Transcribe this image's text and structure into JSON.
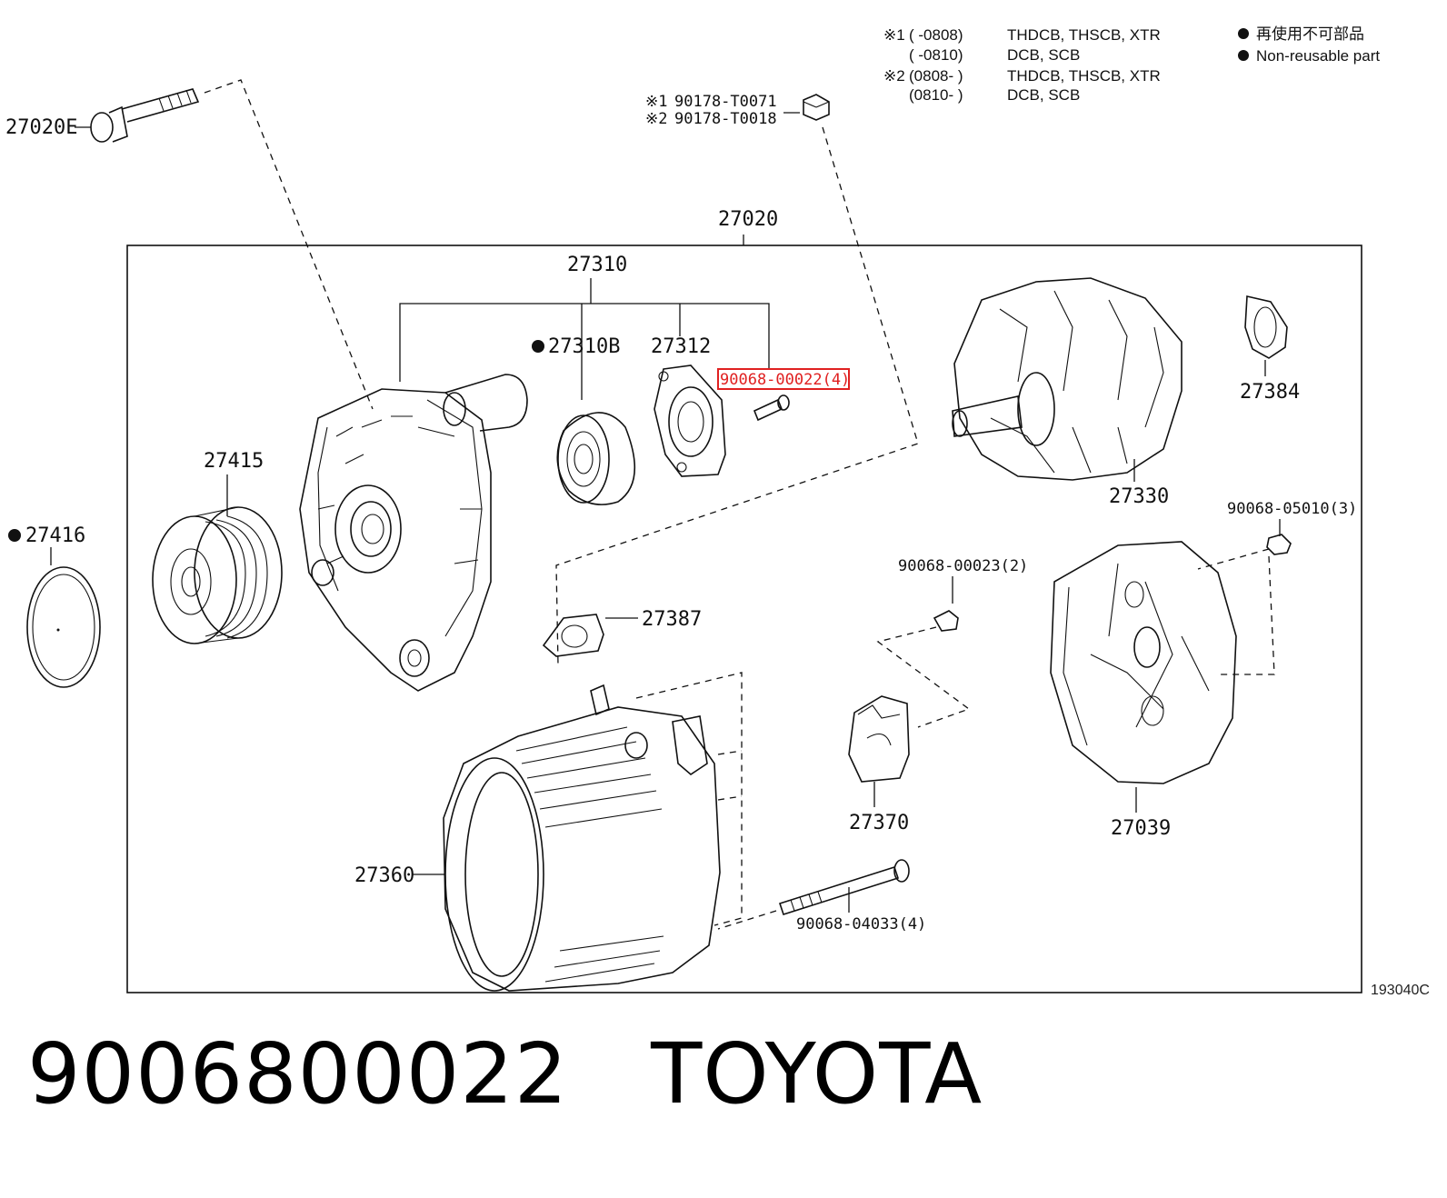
{
  "notes": {
    "rows": [
      {
        "mark": "※1",
        "range": "(    -0808)",
        "models": "THDCB, THSCB, XTR"
      },
      {
        "mark": "",
        "range": "(    -0810)",
        "models": "DCB, SCB"
      },
      {
        "mark": "※2",
        "range": "(0808-    )",
        "models": "THDCB, THSCB, XTR"
      },
      {
        "mark": "",
        "range": "(0810-    )",
        "models": "DCB, SCB"
      }
    ]
  },
  "legend": {
    "jp": "再使用不可部品",
    "en": "Non-reusable part"
  },
  "parts": {
    "p27020E": "27020E",
    "p27020": "27020",
    "p27310": "27310",
    "p27310B": "27310B",
    "p27312": "27312",
    "p90068_00022": "90068-00022(4)",
    "p27330": "27330",
    "p27384": "27384",
    "p27415": "27415",
    "p27416": "27416",
    "p90068_05010": "90068-05010(3)",
    "p90068_00023": "90068-00023(2)",
    "p27387": "27387",
    "p27370": "27370",
    "p27039": "27039",
    "p27360": "27360",
    "p90068_04033": "90068-04033(4)",
    "p90178_a_mark": "※1",
    "p90178_a": "90178-T0071",
    "p90178_b_mark": "※2",
    "p90178_b": "90178-T0018"
  },
  "diagram_code": "193040C",
  "caption": "9006800022   TOYOTA",
  "highlight_color": "#e02020"
}
